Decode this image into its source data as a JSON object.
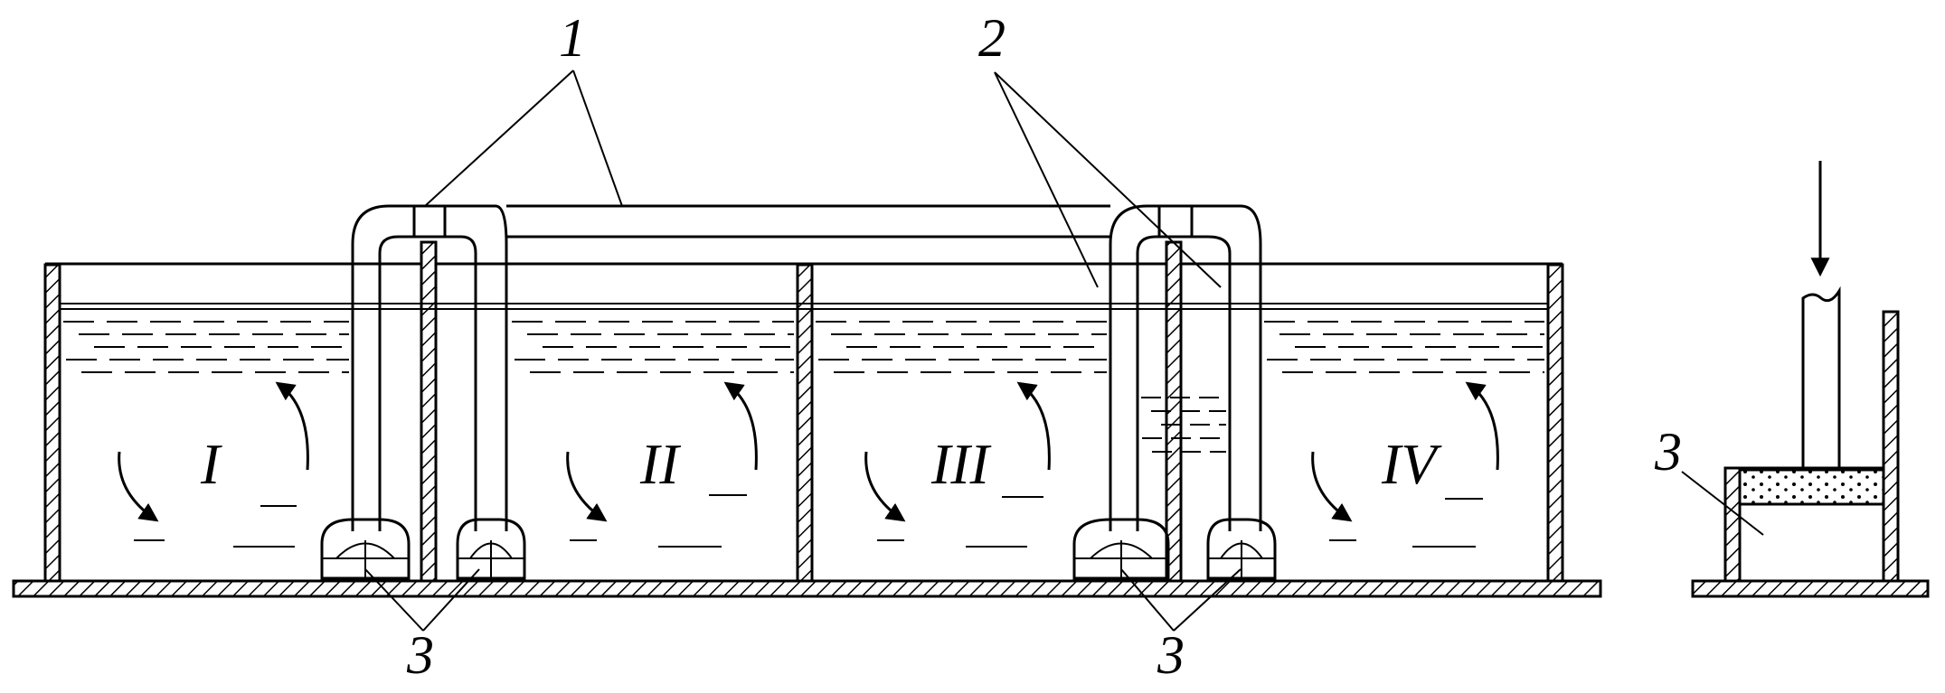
{
  "figure": {
    "callouts": {
      "pipe_1": "1",
      "pipe_2": "2",
      "pads_left": "3",
      "pads_right": "3",
      "detail": "3"
    },
    "chambers": [
      "I",
      "II",
      "III",
      "IV"
    ]
  }
}
